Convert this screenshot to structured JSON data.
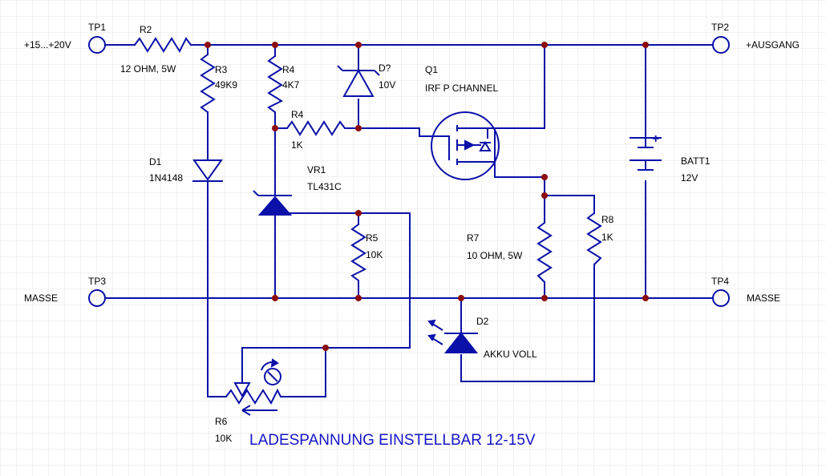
{
  "title": "LADESPANNUNG EINSTELLBAR 12-15V",
  "colors": {
    "wire": "#0a10a8",
    "junction": "#8b0d0d",
    "text": "#000000",
    "title": "#1414c8",
    "grid": "#e6e6e6"
  },
  "nets": {
    "input": "+15...+20V",
    "output": "+AUSGANG",
    "ground_left": "MASSE",
    "ground_right": "MASSE"
  },
  "testpoints": {
    "tp1": "TP1",
    "tp2": "TP2",
    "tp3": "TP3",
    "tp4": "TP4"
  },
  "components": {
    "r2": {
      "ref": "R2",
      "value": "12 OHM, 5W"
    },
    "r3": {
      "ref": "R3",
      "value": "49K9"
    },
    "r4a": {
      "ref": "R4",
      "value": "4K7"
    },
    "r4b": {
      "ref": "R4",
      "value": "1K"
    },
    "dz": {
      "ref": "D?",
      "value": "10V"
    },
    "q1": {
      "ref": "Q1",
      "value": "IRF P CHANNEL"
    },
    "d1": {
      "ref": "D1",
      "value": "1N4148"
    },
    "vr1": {
      "ref": "VR1",
      "value": "TL431C"
    },
    "r5": {
      "ref": "R5",
      "value": "10K"
    },
    "r6": {
      "ref": "R6",
      "value": "10K"
    },
    "r7": {
      "ref": "R7",
      "value": "10 OHM, 5W"
    },
    "r8": {
      "ref": "R8",
      "value": "1K"
    },
    "d2": {
      "ref": "D2",
      "value": "AKKU VOLL"
    },
    "batt1": {
      "ref": "BATT1",
      "value": "12V",
      "polarity": "+"
    }
  }
}
